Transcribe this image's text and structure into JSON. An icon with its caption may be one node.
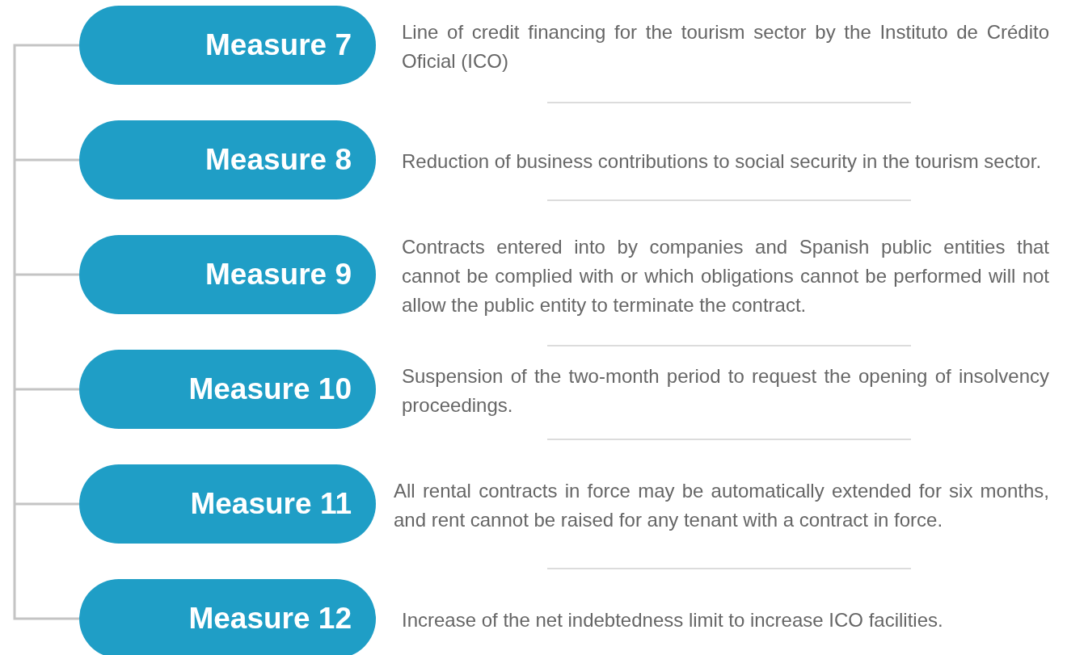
{
  "diagram": {
    "nodes": [
      {
        "text": [
          "Measure 7"
        ],
        "beside": [
          "Line of credit financing for the tourism sector by the Instituto de Crédito Oficial (ICO)"
        ]
      },
      {
        "text": [
          "Measure 8"
        ],
        "beside": [
          "Reduction of business contributions to social security in the tourism sector."
        ]
      },
      {
        "text": [
          "Measure 9"
        ],
        "beside": [
          "Contracts entered into by companies and Spanish public entities that cannot be complied with or which obligations cannot be performed will not allow the public entity to terminate the contract."
        ]
      },
      {
        "text": [
          "Measure 10"
        ],
        "beside": [
          "Suspension of the two-month period to request the opening of insolvency proceedings."
        ]
      },
      {
        "text": [
          "Measure 11"
        ],
        "beside": [
          "All rental contracts in force may be automatically extended for six months, and rent cannot be raised for any tenant with a contract in force."
        ]
      },
      {
        "text": [
          "Measure 12"
        ],
        "beside": [
          "Increase of the net indebtedness limit to increase ICO facilities."
        ]
      }
    ]
  }
}
